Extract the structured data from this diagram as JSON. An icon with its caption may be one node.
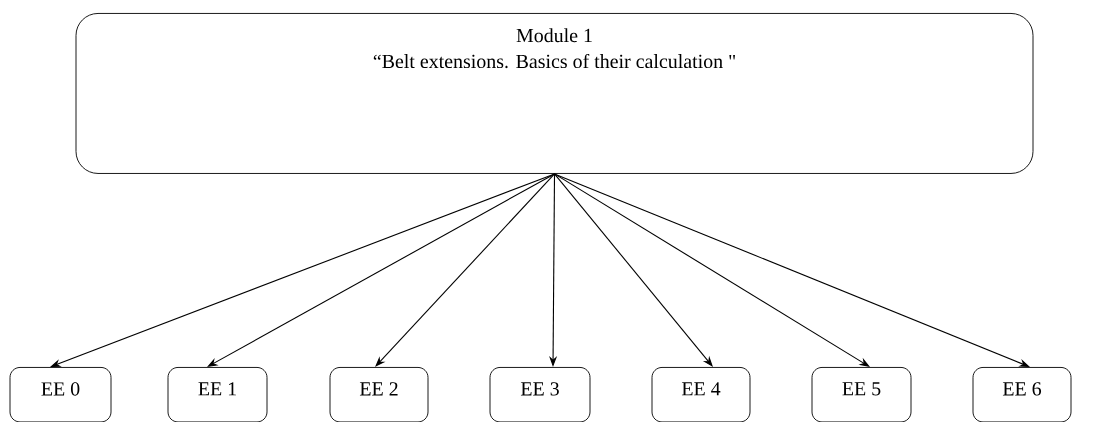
{
  "diagram": {
    "nodes": [
      {
        "text": [
          "Module 1",
          "“Belt extensions. Basics of their calculation \""
        ]
      },
      {
        "text": [
          "EE 0"
        ]
      },
      {
        "text": [
          "EE 1"
        ]
      },
      {
        "text": [
          "EE 2"
        ]
      },
      {
        "text": [
          "EE 3"
        ]
      },
      {
        "text": [
          "EE 4"
        ]
      },
      {
        "text": [
          "EE 5"
        ]
      },
      {
        "text": [
          "EE 6"
        ]
      }
    ],
    "edges": [
      {
        "from": 0,
        "to": 1,
        "arrow": "to"
      },
      {
        "from": 0,
        "to": 2,
        "arrow": "to"
      },
      {
        "from": 0,
        "to": 3,
        "arrow": "to"
      },
      {
        "from": 0,
        "to": 4,
        "arrow": "to"
      },
      {
        "from": 0,
        "to": 5,
        "arrow": "to"
      },
      {
        "from": 0,
        "to": 6,
        "arrow": "to"
      },
      {
        "from": 0,
        "to": 7,
        "arrow": "to"
      }
    ]
  }
}
